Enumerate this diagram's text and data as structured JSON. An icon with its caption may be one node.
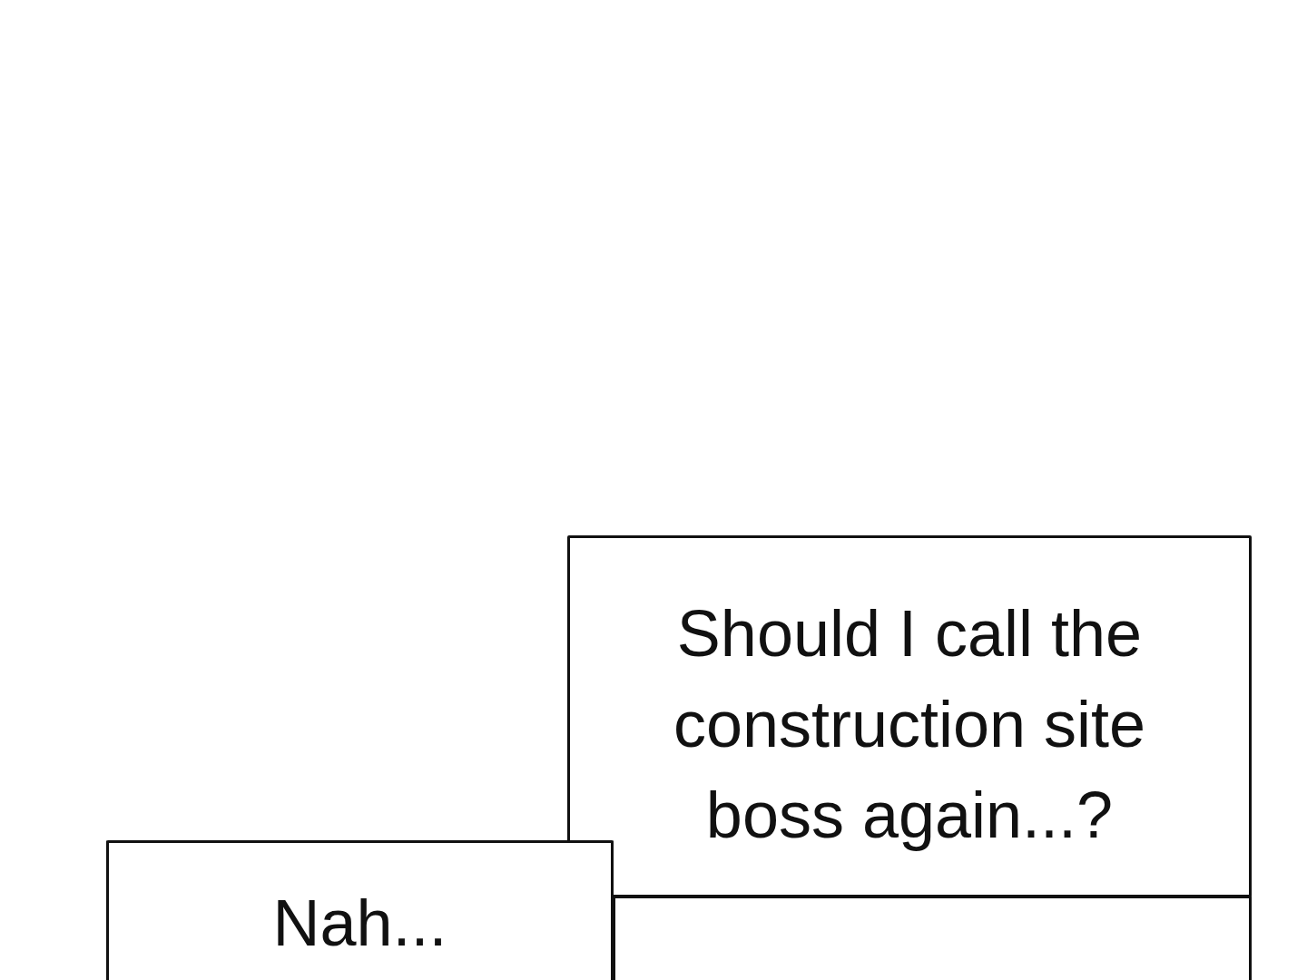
{
  "diagram": {
    "nodes": [
      {
        "text": [
          "Should I call the construction site boss again...?"
        ]
      },
      {
        "text": [
          "Nah..."
        ]
      },
      {
        "text": [],
        "shape": "box"
      }
    ]
  }
}
